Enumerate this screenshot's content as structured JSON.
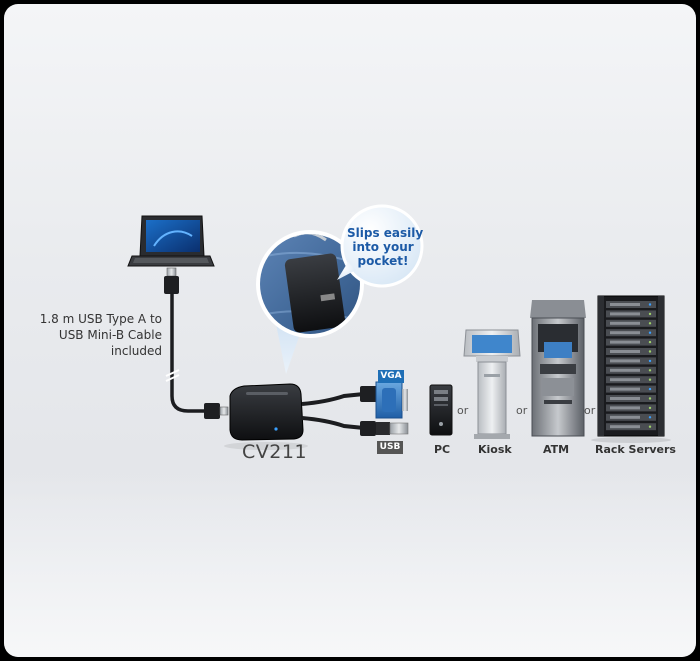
{
  "cable_note": [
    "1.8 m USB Type A to",
    "USB Mini-B Cable",
    "included"
  ],
  "model": "CV211",
  "callout": [
    "Slips easily",
    "into your",
    "pocket!"
  ],
  "connector_tags": {
    "vga": "VGA",
    "usb": "USB"
  },
  "devices": [
    "PC",
    "Kiosk",
    "ATM",
    "Rack Servers"
  ],
  "separator": "or",
  "colors": {
    "accent": "#1f6fb6",
    "callout_text": "#1c5aa6",
    "background": "#eceef1"
  }
}
